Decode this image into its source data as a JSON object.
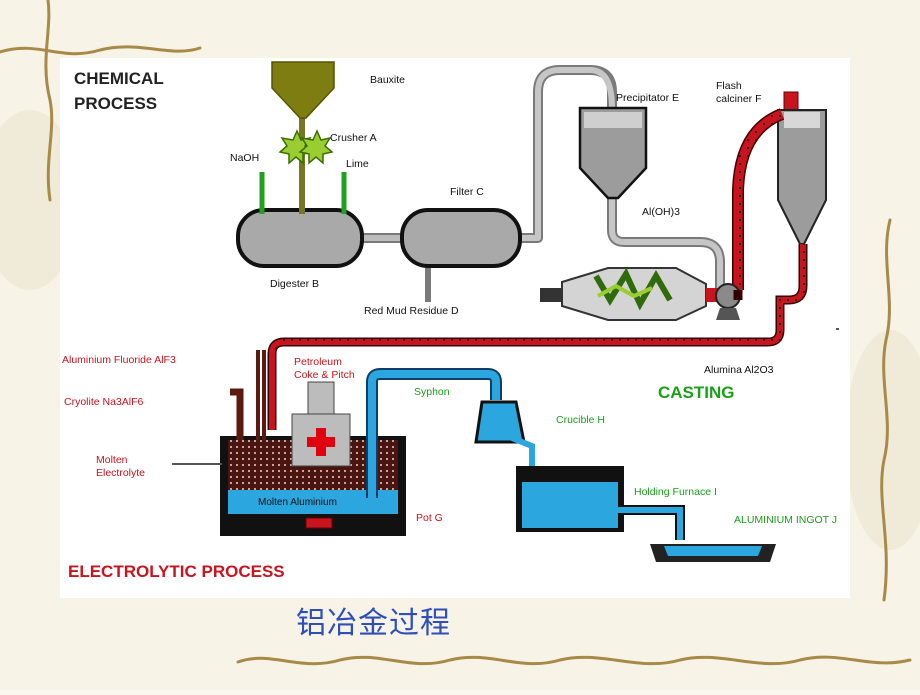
{
  "headings": {
    "chemical_line1": "CHEMICAL",
    "chemical_line2": "PROCESS",
    "casting": "CASTING",
    "electrolytic": "ELECTROLYTIC PROCESS"
  },
  "labels": {
    "bauxite": "Bauxite",
    "crusher": "Crusher A",
    "naoh": "NaOH",
    "lime": "Lime",
    "digester": "Digester B",
    "filter": "Filter C",
    "red_mud": "Red Mud Residue D",
    "precipitator": "Precipitator E",
    "flash_calciner_line1": "Flash",
    "flash_calciner_line2": "calciner F",
    "aloh3": "Al(OH)3",
    "alumina": "Alumina Al2O3",
    "al_fluoride": "Aluminium Fluoride AlF3",
    "cryolite": "Cryolite Na3AlF6",
    "molten_electrolyte_line1": "Molten",
    "molten_electrolyte_line2": "Electrolyte",
    "petroleum_line1": "Petroleum",
    "petroleum_line2": "Coke & Pitch",
    "syphon": "Syphon",
    "crucible": "Crucible H",
    "holding_furnace": "Holding Furnace I",
    "ingot": "ALUMINIUM INGOT J",
    "molten_aluminium": "Molten Aluminium",
    "pot": "Pot G"
  },
  "caption": "铝冶金过程",
  "colors": {
    "pipe_grey": "#9d9d9d",
    "hopper_olive": "#8a8a1c",
    "crusher_green": "#9acd32",
    "aluminium_blue": "#2ba6de",
    "electrolyte_brown": "#5a1a10",
    "calciner_red": "#c8141e",
    "label_red": "#c8141e",
    "label_green": "#19a019",
    "caption_blue": "#2f4fb8"
  }
}
